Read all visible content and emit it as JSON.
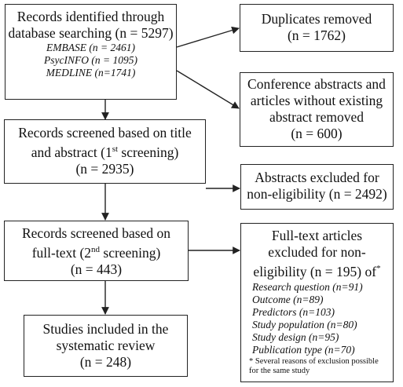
{
  "boxes": {
    "identified": {
      "lines": [
        "Records identified through",
        "database searching (n = 5297)"
      ],
      "databases": [
        "EMBASE (n = 2461)",
        "PsycINFO (n = 1095)",
        "MEDLINE (n=1741)"
      ]
    },
    "duplicates": {
      "lines": [
        "Duplicates removed",
        "(n = 1762)"
      ]
    },
    "conference": {
      "lines": [
        "Conference abstracts and",
        "articles without existing",
        "abstract removed",
        "(n = 600)"
      ]
    },
    "screened1": {
      "line1": "Records screened based on title",
      "line2_pre": "and abstract (1",
      "line2_sup": "st",
      "line2_post": " screening)",
      "line3": "(n = 2935)"
    },
    "abstracts_excluded": {
      "lines": [
        "Abstracts excluded for",
        "non-eligibility (n = 2492)"
      ]
    },
    "screened2": {
      "line1": "Records screened based on",
      "line2_pre": "full-text (2",
      "line2_sup": "nd",
      "line2_post": " screening)",
      "line3": "(n = 443)"
    },
    "fulltext_excluded": {
      "lines": [
        "Full-text articles",
        "excluded for non-"
      ],
      "line3_text": "eligibility (n = 195) of",
      "line3_mark": "*",
      "reasons": [
        "Research question (n=91)",
        "Outcome (n=89)",
        "Predictors (n=103)",
        "Study population (n=80)",
        "Study design (n=95)",
        "Publication type (n=70)"
      ],
      "footnote": [
        "* Several reasons of exclusion possible",
        "for the same study"
      ]
    },
    "included": {
      "lines": [
        "Studies included in the",
        "systematic review",
        "(n = 248)"
      ]
    }
  }
}
